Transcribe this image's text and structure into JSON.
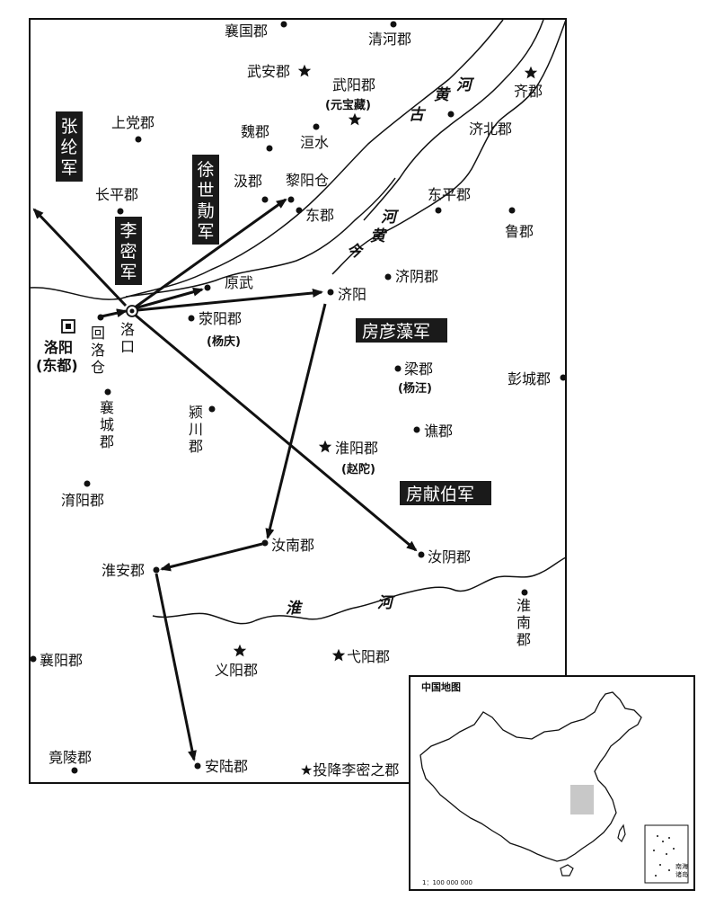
{
  "map": {
    "places": {
      "xiangguo": "襄国郡",
      "qinghe": "清河郡",
      "wuan": "武安郡",
      "wuyang": "武阳郡",
      "wuyang_note": "(元宝藏)",
      "qi": "齐郡",
      "shangdang": "上党郡",
      "wei": "魏郡",
      "huanshui": "洹水",
      "jibei": "济北郡",
      "changping": "长平郡",
      "ji": "汲郡",
      "liyangcang": "黎阳仓",
      "dong": "东郡",
      "dongping": "东平郡",
      "lu": "鲁郡",
      "jiyin": "济阴郡",
      "yuanwu": "原武",
      "jiyang": "济阳",
      "luoyang": "洛阳",
      "luoyang_note": "(东都)",
      "huiluocang": "回洛仓",
      "luokou": "洛口",
      "xingyang": "荥阳郡",
      "xingyang_note": "(杨庆)",
      "liang": "梁郡",
      "liang_note": "(杨汪)",
      "pengcheng": "彭城郡",
      "xiangcheng": "襄城郡",
      "yingchuan": "颍川郡",
      "qiao": "谯郡",
      "huaiyang": "淮阳郡",
      "huaiyang_note": "(赵陀)",
      "qingyang": "淯阳郡",
      "runan": "汝南郡",
      "ruyin": "汝阴郡",
      "huaian": "淮安郡",
      "huainan": "淮南郡",
      "xiangyang": "襄阳郡",
      "yiyang": "义阳郡",
      "yiyang2": "弋阳郡",
      "jingling": "竟陵郡",
      "anlu": "安陆郡"
    },
    "rivers": {
      "gu": "古",
      "huang": "黄",
      "he": "河",
      "jin": "今",
      "huai": "淮"
    },
    "armies": {
      "zhanglun": "张纶军",
      "limi": "李密军",
      "xushiji": "徐世勣军",
      "fangyanzao": "房彦藻军",
      "fangxianbo": "房献伯军"
    },
    "legend": {
      "surrender": "★投降李密之郡"
    },
    "inset": {
      "title": "中国地图",
      "scale": "1：100 000 000",
      "south_sea_a": "南海",
      "south_sea_b": "诸岛"
    },
    "colors": {
      "ink": "#111111",
      "army_box": "#1a1a1a",
      "inset_highlight": "#c8c8c8"
    }
  }
}
